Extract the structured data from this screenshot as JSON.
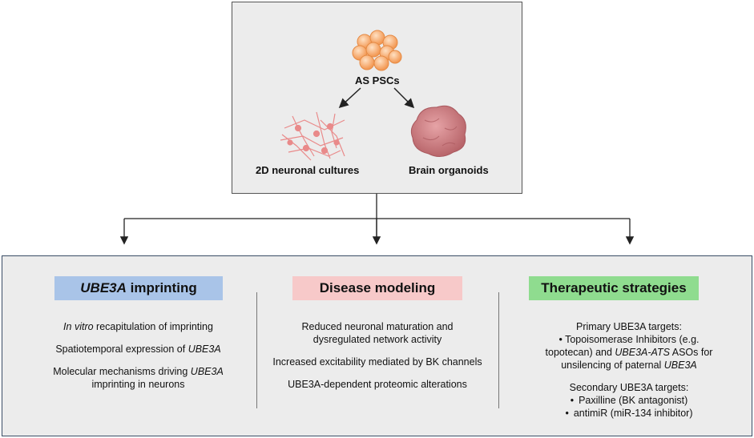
{
  "top": {
    "cells_label": "AS PSCs",
    "neurons_label": "2D neuronal cultures",
    "organoid_label": "Brain organoids"
  },
  "columns": [
    {
      "header_italic": "UBE3A",
      "header_rest": " imprinting",
      "header_color": "#a9c4e8",
      "items": [
        {
          "italic_prefix": "In vitro",
          "text": " recapitulation of imprinting"
        },
        {
          "text": "Spatiotemporal expression of ",
          "italic_suffix": "UBE3A"
        },
        {
          "text": "Molecular mechanisms driving ",
          "italic_suffix": "UBE3A",
          "line2": "imprinting in neurons"
        }
      ]
    },
    {
      "header": "Disease modeling",
      "header_color": "#f7c9c9",
      "items": [
        "Reduced neuronal maturation and dysregulated network activity",
        "Increased excitability mediated by BK channels",
        "UBE3A-dependent proteomic alterations"
      ]
    },
    {
      "header": "Therapeutic strategies",
      "header_color": "#8fdc8f",
      "primary_title": "Primary UBE3A targets:",
      "primary_a": "Topoisomerase Inhibitors (e.g.",
      "primary_b": "topotecan) and ",
      "primary_b_italic": "UBE3A-ATS",
      "primary_b_rest": " ASOs for",
      "primary_c": "unsilencing of paternal ",
      "primary_c_italic": "UBE3A",
      "secondary_title": "Secondary UBE3A targets:",
      "secondary_items": [
        "Paxilline (BK antagonist)",
        "antimiR (miR-134 inhibitor)"
      ]
    }
  ],
  "colors": {
    "cell": "#f7b27a",
    "neuron": "#e98a8a",
    "organoid": "#c9777b"
  }
}
